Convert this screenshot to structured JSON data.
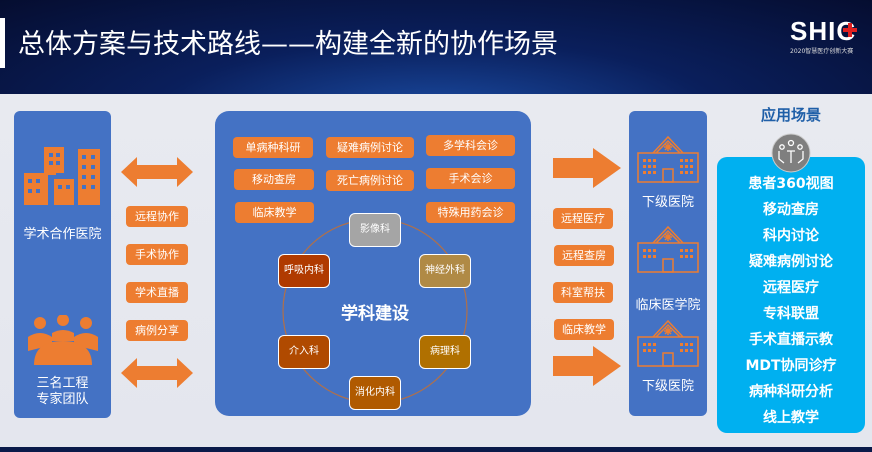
{
  "header": {
    "title": "总体方案与技术路线——构建全新的协作场景",
    "logo_text": "SHIC",
    "logo_subtitle": "2020智慧医疗创新大赛"
  },
  "left_panel": {
    "hospital_label": "学术合作医院",
    "team_label_line1": "三名工程",
    "team_label_line2": "专家团队"
  },
  "left_tags": [
    "远程协作",
    "手术协作",
    "学术直播",
    "病例分享"
  ],
  "center": {
    "top_tags": [
      "单病种科研",
      "疑难病例讨论",
      "多学科会诊",
      "移动查房",
      "死亡病例讨论",
      "手术会诊",
      "临床教学",
      "特殊用药会诊"
    ],
    "title": "学科建设",
    "departments": [
      {
        "label": "影像科",
        "color": "#a5a5a5"
      },
      {
        "label": "神经外科",
        "color": "#b08a45"
      },
      {
        "label": "病理科",
        "color": "#b07000"
      },
      {
        "label": "消化内科",
        "color": "#b05a00"
      },
      {
        "label": "介入科",
        "color": "#b04a00"
      },
      {
        "label": "呼吸内科",
        "color": "#b03a00"
      }
    ]
  },
  "right_tags": [
    "远程医疗",
    "远程查房",
    "科室帮扶",
    "临床教学"
  ],
  "right_panel": {
    "items": [
      "下级医院",
      "临床医学院",
      "下级医院"
    ]
  },
  "scenarios": {
    "title": "应用场景",
    "items": [
      "患者360视图",
      "移动查房",
      "科内讨论",
      "疑难病例讨论",
      "远程医疗",
      "专科联盟",
      "手术直播示教",
      "MDT协同诊疗",
      "病种科研分析",
      "线上教学"
    ]
  },
  "colors": {
    "panel": "#4472c4",
    "accent": "#ed7d31",
    "scenario": "#00b0f0",
    "title_blue": "#1f5fa8"
  }
}
